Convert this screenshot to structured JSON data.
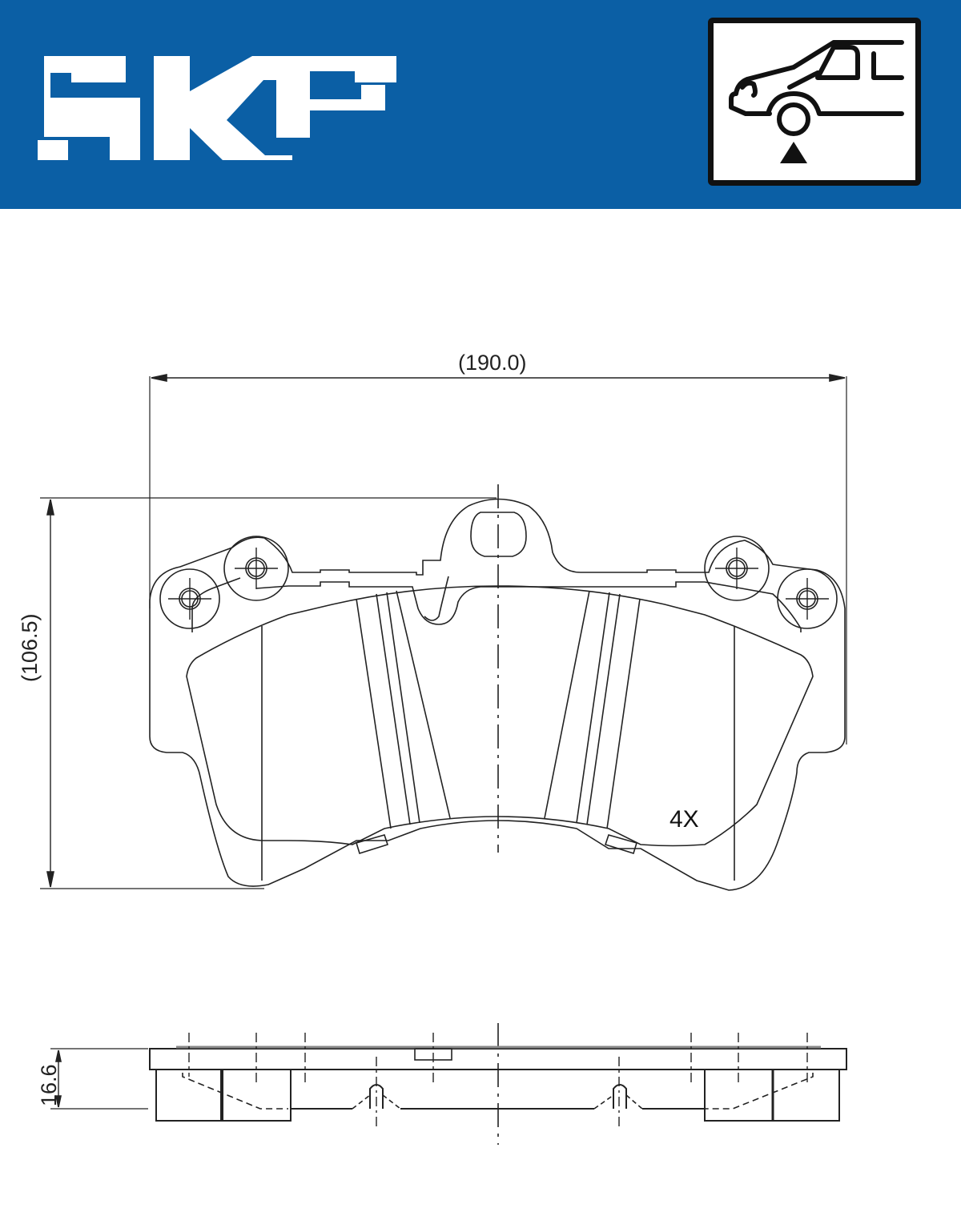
{
  "header": {
    "brand": "SKF",
    "background_color": "#0b5fa5",
    "position_icon": "front-axle-car-icon",
    "position_meaning": "front axle"
  },
  "drawing": {
    "title_view": "brake pad front view",
    "side_view": "brake pad side view",
    "dimensions": {
      "width_label": "(190.0)",
      "height_label": "(106.5)",
      "thickness_label": "16.6"
    },
    "quantity_label": "4X"
  }
}
